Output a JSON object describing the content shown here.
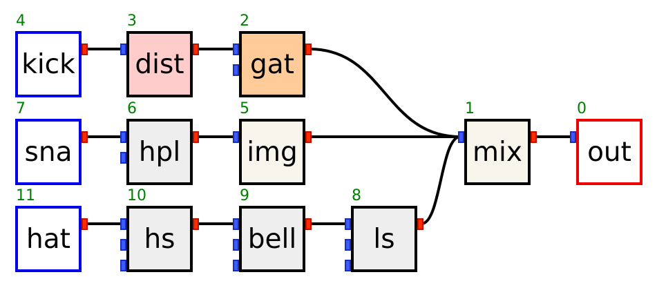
{
  "diagram": {
    "colors": {
      "wire": "#000000",
      "index_text": "#008000",
      "input_port": "#3a5bff",
      "output_port": "#ff2a00",
      "source_border": "#0000ee",
      "output_border": "#ee0000",
      "default_border": "#000000"
    },
    "nodes": [
      {
        "id": 4,
        "label": "kick",
        "fill": "#ffffff",
        "border": "#0000ee",
        "inputs": 0,
        "outputs": 1
      },
      {
        "id": 3,
        "label": "dist",
        "fill": "#ffcccc",
        "border": "#000000",
        "inputs": 1,
        "outputs": 1
      },
      {
        "id": 2,
        "label": "gat",
        "fill": "#ffcc99",
        "border": "#000000",
        "inputs": 2,
        "outputs": 1
      },
      {
        "id": 7,
        "label": "sna",
        "fill": "#ffffff",
        "border": "#0000ee",
        "inputs": 0,
        "outputs": 1
      },
      {
        "id": 6,
        "label": "hpl",
        "fill": "#eeeeee",
        "border": "#000000",
        "inputs": 2,
        "outputs": 1
      },
      {
        "id": 5,
        "label": "img",
        "fill": "#f8f5ec",
        "border": "#000000",
        "inputs": 1,
        "outputs": 1
      },
      {
        "id": 11,
        "label": "hat",
        "fill": "#ffffff",
        "border": "#0000ee",
        "inputs": 0,
        "outputs": 1
      },
      {
        "id": 10,
        "label": "hs",
        "fill": "#eeeeee",
        "border": "#000000",
        "inputs": 3,
        "outputs": 1
      },
      {
        "id": 9,
        "label": "bell",
        "fill": "#eeeeee",
        "border": "#000000",
        "inputs": 3,
        "outputs": 1
      },
      {
        "id": 8,
        "label": "ls",
        "fill": "#eeeeee",
        "border": "#000000",
        "inputs": 3,
        "outputs": 1
      },
      {
        "id": 1,
        "label": "mix",
        "fill": "#f8f5ec",
        "border": "#000000",
        "inputs": 1,
        "outputs": 1
      },
      {
        "id": 0,
        "label": "out",
        "fill": "#ffffff",
        "border": "#ee0000",
        "inputs": 1,
        "outputs": 0
      }
    ],
    "edges": [
      {
        "from": 4,
        "to": 3,
        "to_port": 0
      },
      {
        "from": 3,
        "to": 2,
        "to_port": 0
      },
      {
        "from": 2,
        "to": 1,
        "to_port": 0
      },
      {
        "from": 7,
        "to": 6,
        "to_port": 0
      },
      {
        "from": 6,
        "to": 5,
        "to_port": 0
      },
      {
        "from": 5,
        "to": 1,
        "to_port": 0
      },
      {
        "from": 11,
        "to": 10,
        "to_port": 0
      },
      {
        "from": 10,
        "to": 9,
        "to_port": 0
      },
      {
        "from": 9,
        "to": 8,
        "to_port": 0
      },
      {
        "from": 8,
        "to": 1,
        "to_port": 0
      },
      {
        "from": 1,
        "to": 0,
        "to_port": 0
      }
    ]
  }
}
